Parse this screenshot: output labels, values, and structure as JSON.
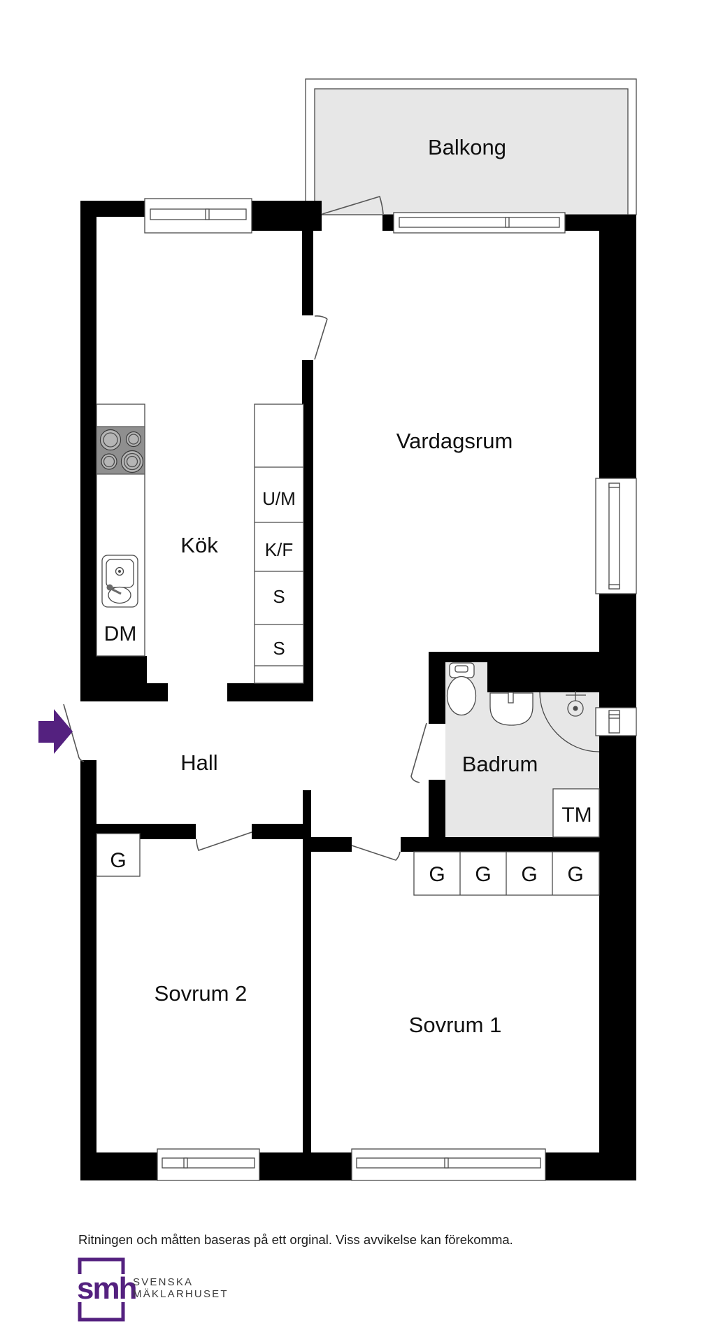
{
  "plan": {
    "rooms": {
      "balkong": "Balkong",
      "vardagsrum": "Vardagsrum",
      "kok": "Kök",
      "hall": "Hall",
      "badrum": "Badrum",
      "sovrum2": "Sovrum 2",
      "sovrum1": "Sovrum 1"
    },
    "cabinets": {
      "um": "U/M",
      "kf": "K/F",
      "s_upper": "S",
      "s_lower": "S"
    },
    "appliances": {
      "dm": "DM",
      "tm": "TM"
    },
    "closet": "G"
  },
  "footer": {
    "disclaimer": "Ritningen och måtten baseras på ett orginal. Viss avvikelse kan förekomma."
  },
  "logo": {
    "monogram": "smh",
    "name_line1": "SVENSKA",
    "name_line2": "MÄKLARHUSET"
  },
  "colors": {
    "wall": "#000000",
    "fill": "#e7e7e7",
    "line": "#4a4a4a",
    "accent": "#54217f",
    "text": "#101010",
    "muted": "#3d3d3d",
    "stove": "#8f8f8f"
  }
}
